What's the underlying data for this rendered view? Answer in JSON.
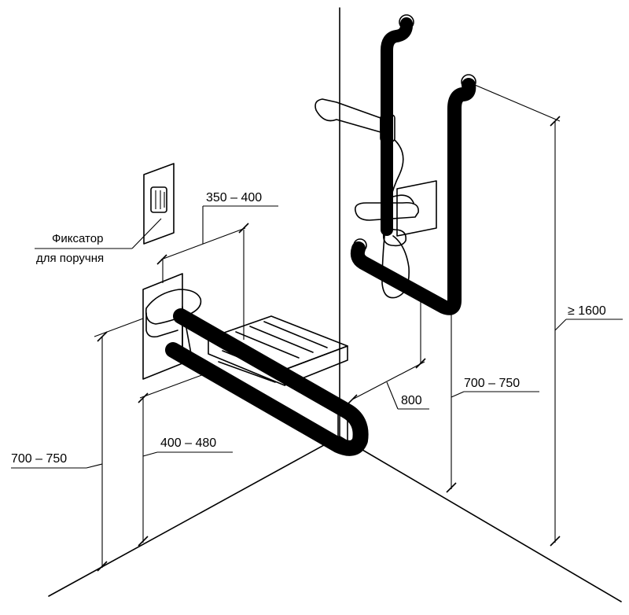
{
  "labels": {
    "note_line1": "Фиксатор",
    "note_line2": "для поручня",
    "dim_seat_depth": "350 – 400",
    "dim_seat_height": "400 – 480",
    "dim_rail_height_left": "700 – 750",
    "dim_rail_height_right": "700 – 750",
    "dim_distance": "800",
    "dim_vertical_rail": "≥ 1600"
  },
  "colors": {
    "ink": "#000000",
    "paper": "#ffffff"
  }
}
